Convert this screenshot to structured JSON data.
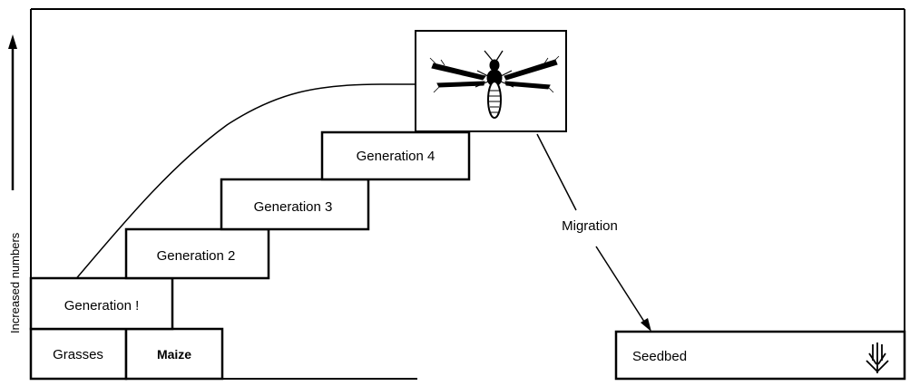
{
  "y_axis_label": "Increased numbers",
  "base_labels": {
    "grasses": "Grasses",
    "maize": "Maize"
  },
  "generations": [
    "Generation !",
    "Generation 2",
    "Generation 3",
    "Generation 4"
  ],
  "migration_label": "Migration",
  "seedbed_label": "Seedbed",
  "icons": {
    "insect": "adult-insect-icon",
    "seedling": "seedling-icon",
    "axis_arrow": "up-arrow-icon"
  }
}
